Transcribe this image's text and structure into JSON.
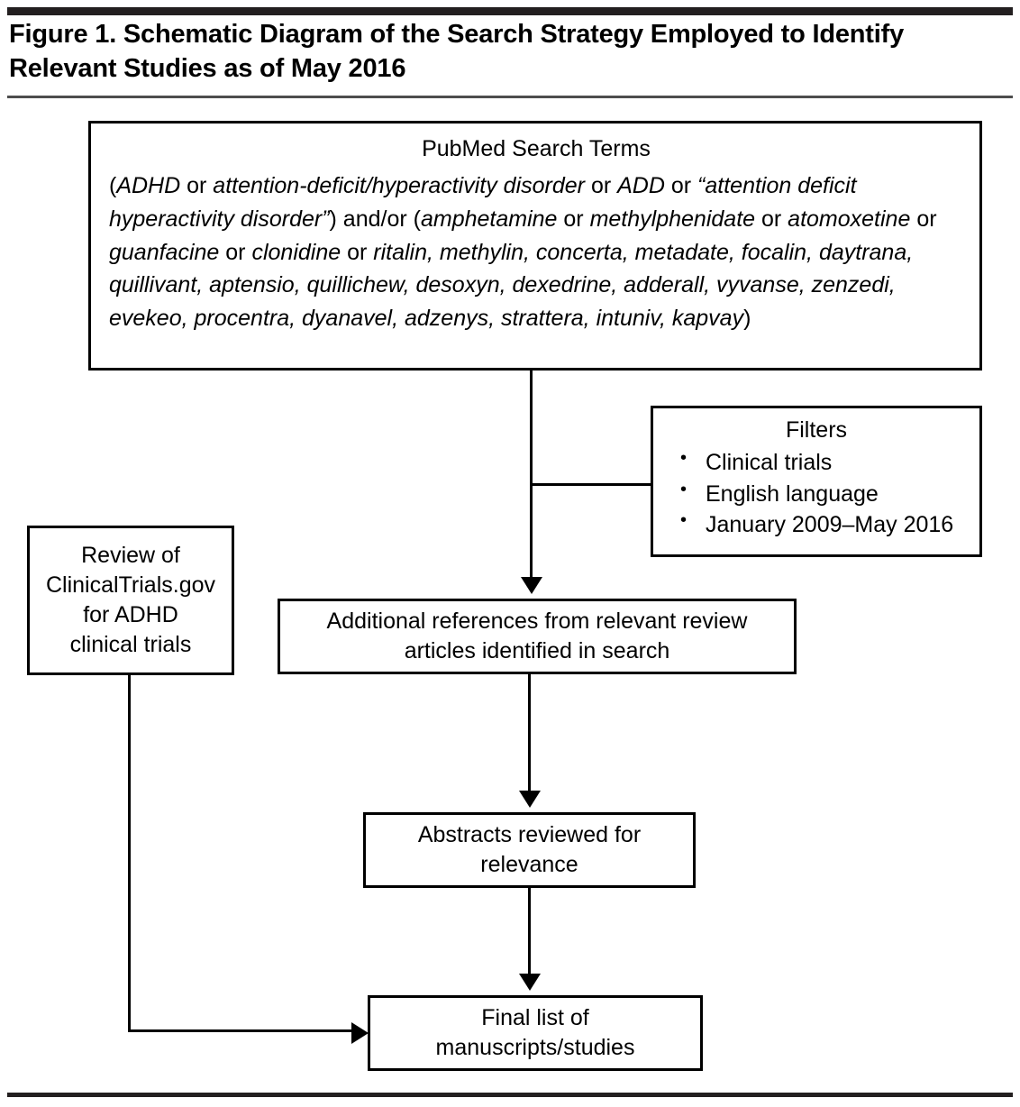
{
  "figure": {
    "title": "Figure 1. Schematic Diagram of the Search Strategy Employed to Identify Relevant Studies as of May 2016"
  },
  "search_terms_box": {
    "heading": "PubMed Search Terms",
    "query_plain_prefix": "(",
    "query_full": "(ADHD or attention-deficit/hyperactivity disorder or ADD or “attention deficit hyperactivity disorder”) and/or (amphetamine or methylphenidate or atomoxetine or guanfacine or clonidine or ritalin, methylin, concerta, metadate, focalin, daytrana, quillivant, aptensio, quillichew, desoxyn, dexedrine, adderall, vyvanse, zenzedi, evekeo, procentra, dyanavel, adzenys, strattera, intuniv, kapvay)",
    "segments": [
      {
        "text": "(",
        "italic": false
      },
      {
        "text": "ADHD",
        "italic": true
      },
      {
        "text": " or ",
        "italic": false
      },
      {
        "text": "attention-deficit/hyperactivity disorder",
        "italic": true
      },
      {
        "text": " or ",
        "italic": false
      },
      {
        "text": "ADD",
        "italic": true
      },
      {
        "text": " or ",
        "italic": false
      },
      {
        "text": "“attention deficit hyperactivity disorder”",
        "italic": true
      },
      {
        "text": ") and/or (",
        "italic": false
      },
      {
        "text": "amphetamine",
        "italic": true
      },
      {
        "text": " or ",
        "italic": false
      },
      {
        "text": "methylphenidate",
        "italic": true
      },
      {
        "text": " or ",
        "italic": false
      },
      {
        "text": "atomoxetine",
        "italic": true
      },
      {
        "text": " or ",
        "italic": false
      },
      {
        "text": "guanfacine",
        "italic": true
      },
      {
        "text": " or ",
        "italic": false
      },
      {
        "text": "clonidine",
        "italic": true
      },
      {
        "text": " or ",
        "italic": false
      },
      {
        "text": "ritalin, methylin, concerta, metadate, focalin, daytrana, quillivant, aptensio, quillichew, desoxyn, dexedrine, adderall, vyvanse, zenzedi, evekeo, procentra, dyanavel, adzenys, strattera, intuniv, kapvay",
        "italic": true
      },
      {
        "text": ")",
        "italic": false
      }
    ]
  },
  "filters_box": {
    "heading": "Filters",
    "items": [
      "Clinical trials",
      "English language",
      "January 2009–May 2016"
    ]
  },
  "clinicaltrials_box": {
    "lines": [
      "Review of",
      "ClinicalTrials.gov",
      "for ADHD",
      "clinical trials"
    ]
  },
  "additional_refs_box": {
    "lines": [
      "Additional references from relevant review",
      "articles identified in search"
    ]
  },
  "abstracts_box": {
    "lines": [
      "Abstracts reviewed for",
      "relevance"
    ]
  },
  "final_list_box": {
    "lines": [
      "Final list of",
      "manuscripts/studies"
    ]
  },
  "connectors": {
    "search_to_refs": "arrow-down",
    "filters_join": "horizontal-stub",
    "refs_to_abstracts": "arrow-down",
    "abstracts_to_final": "arrow-down",
    "clinicaltrials_to_final": "elbow-arrow-right"
  },
  "colors": {
    "ink": "#000000",
    "rule_dark": "#231f20",
    "rule_grey": "#4d4d4d",
    "background": "#ffffff"
  }
}
